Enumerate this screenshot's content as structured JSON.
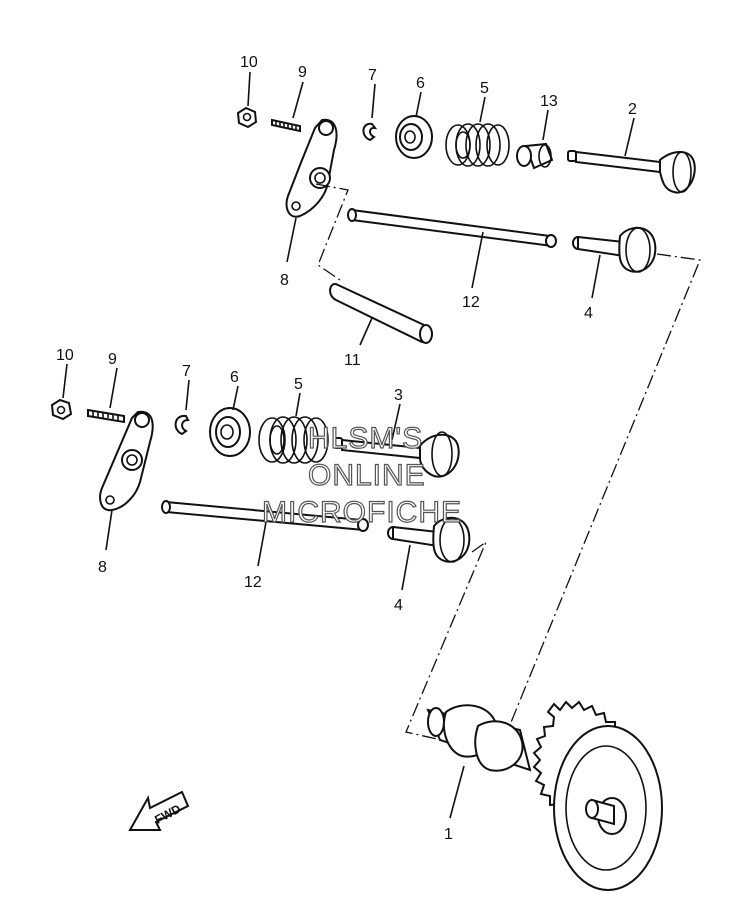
{
  "labels": {
    "top_10": "10",
    "top_9": "9",
    "top_7": "7",
    "top_6": "6",
    "top_5": "5",
    "top_13": "13",
    "top_2": "2",
    "top_8": "8",
    "top_12": "12",
    "top_4": "4",
    "top_11": "11",
    "bot_10": "10",
    "bot_9": "9",
    "bot_7": "7",
    "bot_6": "6",
    "bot_5": "5",
    "bot_3": "3",
    "bot_8": "8",
    "bot_12": "12",
    "bot_4": "4",
    "bot_1": "1"
  },
  "watermark": [
    "HLSM'S",
    "ONLINE",
    "MICROFICHE"
  ],
  "fwd_label": "FWD"
}
